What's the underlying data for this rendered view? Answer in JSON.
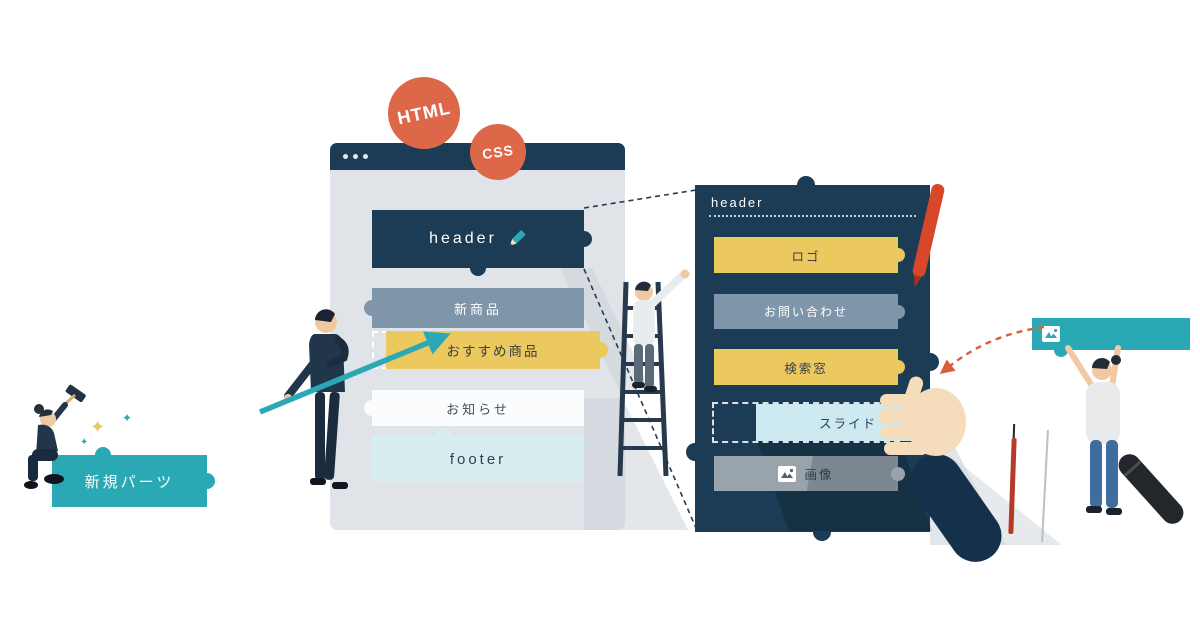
{
  "badges": {
    "html": "HTML",
    "css": "CSS"
  },
  "new_part": {
    "label": "新規パーツ"
  },
  "browser": {
    "pieces": [
      {
        "label": "header"
      },
      {
        "label": "新商品"
      },
      {
        "label": "おすすめ商品"
      },
      {
        "label": "お知らせ"
      },
      {
        "label": "footer"
      }
    ]
  },
  "panel": {
    "title": "header",
    "pieces": [
      {
        "label": "ロゴ"
      },
      {
        "label": "お問い合わせ"
      },
      {
        "label": "検索窓"
      },
      {
        "label": "スライド"
      },
      {
        "label": "画像"
      }
    ]
  },
  "icons": {
    "sparkle": "✦"
  },
  "colors": {
    "navy": "#1c3b54",
    "teal": "#2aa9b4",
    "yellow": "#ecc95f",
    "gray_blue": "#7f95a9",
    "orange_red": "#dd6849",
    "light_cyan": "#d8edf0",
    "light_blue": "#cde9f2",
    "white_piece": "#fbfcfd",
    "gray_piece": "#98a3ac"
  }
}
